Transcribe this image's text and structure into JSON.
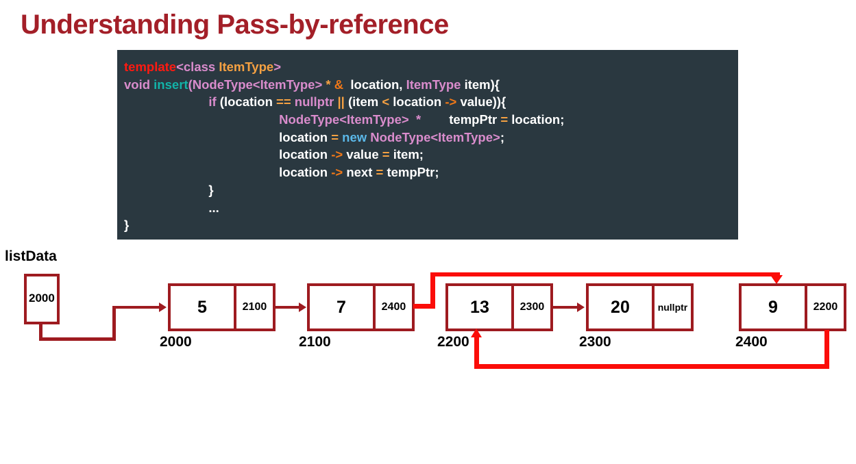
{
  "slide": {
    "title": "Understanding Pass-by-reference"
  },
  "code": {
    "background_color": "#2a3840",
    "lines": [
      {
        "indent": 0,
        "tokens": [
          {
            "t": "template",
            "c": "red"
          },
          {
            "t": "<",
            "c": "pink"
          },
          {
            "t": "class ",
            "c": "pink"
          },
          {
            "t": "ItemType",
            "c": "orange"
          },
          {
            "t": ">",
            "c": "pink"
          }
        ]
      },
      {
        "indent": 0,
        "tokens": [
          {
            "t": "void ",
            "c": "pink"
          },
          {
            "t": "insert",
            "c": "teal"
          },
          {
            "t": "(",
            "c": "pink"
          },
          {
            "t": "NodeType<ItemType>",
            "c": "pink"
          },
          {
            "t": " ",
            "c": "white"
          },
          {
            "t": "*",
            "c": "orange"
          },
          {
            "t": " ",
            "c": "white"
          },
          {
            "t": "&",
            "c": "orange2"
          },
          {
            "t": "  location, ",
            "c": "white"
          },
          {
            "t": "ItemType",
            "c": "pink"
          },
          {
            "t": " item){",
            "c": "white"
          }
        ]
      },
      {
        "indent": 6,
        "tokens": [
          {
            "t": "if",
            "c": "pink"
          },
          {
            "t": " (location ",
            "c": "white"
          },
          {
            "t": "==",
            "c": "orange"
          },
          {
            "t": " ",
            "c": "white"
          },
          {
            "t": "nullptr",
            "c": "pink"
          },
          {
            "t": " ",
            "c": "white"
          },
          {
            "t": "||",
            "c": "orange"
          },
          {
            "t": " (item ",
            "c": "white"
          },
          {
            "t": "<",
            "c": "orange"
          },
          {
            "t": " location ",
            "c": "white"
          },
          {
            "t": "->",
            "c": "orange2"
          },
          {
            "t": " value)){",
            "c": "white"
          }
        ]
      },
      {
        "indent": 11,
        "tokens": [
          {
            "t": "NodeType<ItemType>",
            "c": "pink"
          },
          {
            "t": "  ",
            "c": "white"
          },
          {
            "t": "*",
            "c": "pink"
          },
          {
            "t": "        tempPtr ",
            "c": "white"
          },
          {
            "t": "=",
            "c": "orange"
          },
          {
            "t": " location;",
            "c": "white"
          }
        ]
      },
      {
        "indent": 11,
        "tokens": [
          {
            "t": "location ",
            "c": "white"
          },
          {
            "t": "=",
            "c": "orange"
          },
          {
            "t": " ",
            "c": "white"
          },
          {
            "t": "new",
            "c": "blue"
          },
          {
            "t": " ",
            "c": "white"
          },
          {
            "t": "NodeType<ItemType>",
            "c": "pink"
          },
          {
            "t": ";",
            "c": "white"
          }
        ]
      },
      {
        "indent": 11,
        "tokens": [
          {
            "t": "location ",
            "c": "white"
          },
          {
            "t": "->",
            "c": "orange2"
          },
          {
            "t": " value ",
            "c": "white"
          },
          {
            "t": "=",
            "c": "orange"
          },
          {
            "t": " item;",
            "c": "white"
          }
        ]
      },
      {
        "indent": 11,
        "tokens": [
          {
            "t": "location ",
            "c": "white"
          },
          {
            "t": "->",
            "c": "orange2"
          },
          {
            "t": " next ",
            "c": "white"
          },
          {
            "t": "=",
            "c": "orange"
          },
          {
            "t": " tempPtr;",
            "c": "white"
          }
        ]
      },
      {
        "indent": 6,
        "tokens": [
          {
            "t": "}",
            "c": "white"
          }
        ]
      },
      {
        "indent": 6,
        "tokens": [
          {
            "t": "...",
            "c": "white"
          }
        ]
      },
      {
        "indent": 0,
        "tokens": [
          {
            "t": "}",
            "c": "white"
          }
        ]
      }
    ]
  },
  "diagram": {
    "head_label": "listData",
    "head_value": "2000",
    "node_border_color": "#9e1b20",
    "highlight_color": "#fb0d09",
    "nodes": [
      {
        "value": "5",
        "pointer": "2100",
        "address": "2000"
      },
      {
        "value": "7",
        "pointer": "2400",
        "address": "2100"
      },
      {
        "value": "13",
        "pointer": "2300",
        "address": "2200"
      },
      {
        "value": "20",
        "pointer": "nullptr",
        "address": "2300"
      },
      {
        "value": "9",
        "pointer": "2200",
        "address": "2400"
      }
    ]
  }
}
